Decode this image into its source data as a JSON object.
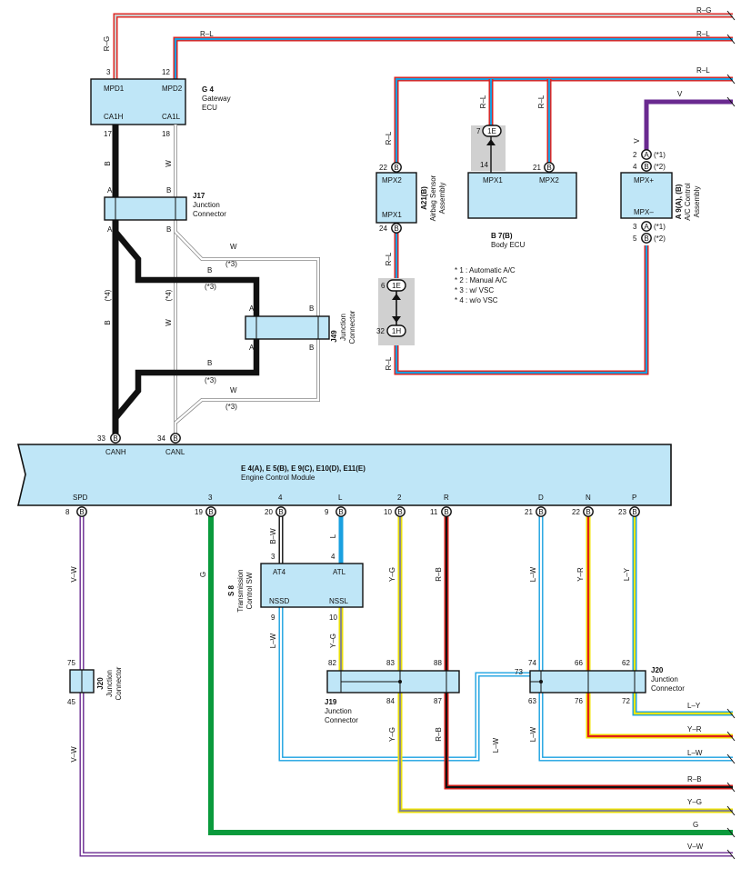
{
  "ecm": {
    "title": "E 4(A), E 5(B), E 9(C), E10(D), E11(E)",
    "subtitle": "Engine Control Module",
    "top_labels": [
      "CANH",
      "CANL"
    ],
    "top_pins": [
      "33",
      "34"
    ],
    "bottom_labels": [
      "SPD",
      "3",
      "4",
      "L",
      "2",
      "R",
      "D",
      "N",
      "P"
    ],
    "bottom_pins": [
      "8",
      "19",
      "20",
      "9",
      "10",
      "11",
      "21",
      "22",
      "23"
    ],
    "conn_letter": "B"
  },
  "gateway": {
    "id": "G 4",
    "name": [
      "Gateway",
      "ECU"
    ],
    "terms": [
      "MPD1",
      "MPD2",
      "CA1H",
      "CA1L"
    ],
    "pins": [
      "3",
      "12",
      "17",
      "18"
    ]
  },
  "j17": {
    "id": "J17",
    "name": [
      "Junction",
      "Connector"
    ],
    "letter_a": "A",
    "letter_b": "B"
  },
  "j49": {
    "id": "J49",
    "name": [
      "Junction",
      "Connector"
    ],
    "letter_a": "A",
    "letter_b": "B"
  },
  "airbag": {
    "id": "A21(B)",
    "name": [
      "Airbag Sensor",
      "Assembly"
    ],
    "terms": [
      "MPX2",
      "MPX1"
    ],
    "pins": [
      "22",
      "24"
    ]
  },
  "body": {
    "id": "B 7(B)",
    "name": "Body ECU",
    "terms": [
      "MPX1",
      "MPX2"
    ],
    "pins": [
      "14",
      "21"
    ]
  },
  "ac": {
    "id": "A 9(A), (B)",
    "name": [
      "A/C Control",
      "Assembly"
    ],
    "terms": [
      "MPX+",
      "MPX–"
    ],
    "pins": [
      "2",
      "4",
      "3",
      "5"
    ],
    "notes": [
      "(*1)",
      "(*2)",
      "(*1)",
      "(*2)"
    ]
  },
  "mid_conn": {
    "c1": "1E",
    "c2": "1H",
    "pins": [
      "7",
      "6",
      "32"
    ]
  },
  "notes": [
    "* 1 : Automatic A/C",
    "* 2 : Manual A/C",
    "* 3 : w/ VSC",
    "* 4 : w/o VSC"
  ],
  "trans": {
    "id": "S 8",
    "name": [
      "Transmission",
      "Control SW"
    ],
    "terms": [
      "AT4",
      "ATL",
      "NSSD",
      "NSSL"
    ],
    "pins": [
      "3",
      "4",
      "9",
      "10"
    ]
  },
  "j19": {
    "id": "J19",
    "name": [
      "Junction",
      "Connector"
    ],
    "pins": [
      "82",
      "83",
      "88",
      "84",
      "87"
    ]
  },
  "j20a": {
    "id": "J20",
    "name": [
      "Junction",
      "Connector"
    ],
    "pins": [
      "75",
      "45"
    ]
  },
  "j20b": {
    "id": "J20",
    "name": [
      "Junction",
      "Connector"
    ],
    "pins": [
      "74",
      "66",
      "62",
      "73",
      "63",
      "76",
      "72"
    ]
  },
  "wires": {
    "rg": "R–G",
    "rl": "R–L",
    "b": "B",
    "w": "W",
    "v": "V",
    "vw": "V–W",
    "g": "G",
    "bw": "B–W",
    "l": "L",
    "yg": "Y–G",
    "rb": "R–B",
    "lw": "L–W",
    "yr": "Y–R",
    "ly": "L–Y"
  },
  "wire_notes": [
    "(*3)",
    "(*4)"
  ],
  "colors": {
    "red": "#e0201c",
    "blue": "#1aa0e0",
    "black": "#111111",
    "green": "#0a9a3c",
    "yellow": "#f2e600",
    "purple": "#6a2a90",
    "box": "#bfe6f7",
    "gray": "#cccccc"
  }
}
